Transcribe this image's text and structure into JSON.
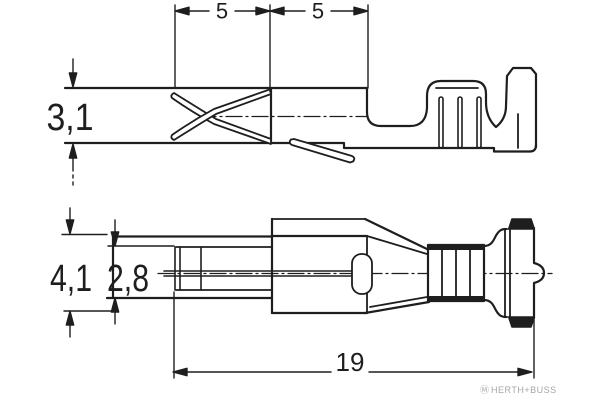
{
  "drawing": {
    "subject": "crimp-terminal-technical-drawing",
    "views": {
      "top": "side-section-view-of-female-terminal",
      "bottom": "side-exterior-view-of-female-terminal"
    }
  },
  "dimensions": {
    "top_span_left": "5",
    "top_span_right": "5",
    "contact_height": "3,1",
    "outer_height": "4,1",
    "inner_height": "2,8",
    "total_length": "19"
  },
  "watermark": {
    "mark": "Ⓜ",
    "name": "HERTH+BUSS",
    "color": "#a6a6a6"
  },
  "colors": {
    "line": "#1e1e1e",
    "background": "#ffffff"
  }
}
